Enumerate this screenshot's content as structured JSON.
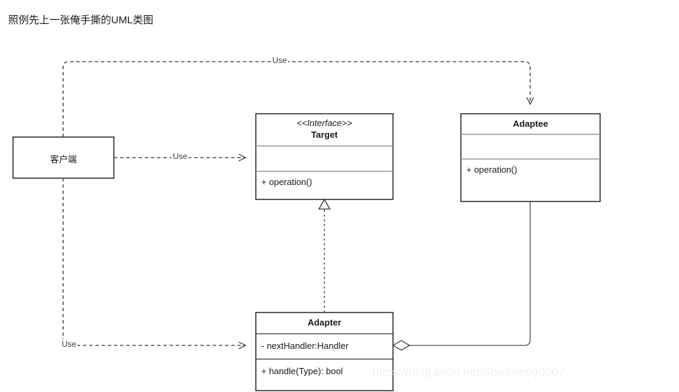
{
  "page": {
    "title": "照例先上一张俺手撕的UML类图",
    "watermark": "https://blog.csdn.net/ShuSheng0007",
    "background_color": "#ffffff",
    "line_color": "#333333",
    "text_color": "#1a1a1a"
  },
  "diagram": {
    "type": "uml-class-diagram",
    "classes": [
      {
        "id": "client",
        "name": "客户端",
        "stereotype": "",
        "attributes": [],
        "methods": [],
        "compartments": 1
      },
      {
        "id": "target",
        "name": "Target",
        "stereotype": "<<Interface>>",
        "attributes": [],
        "methods": [
          "+ operation()"
        ],
        "compartments": 3
      },
      {
        "id": "adaptee",
        "name": "Adaptee",
        "stereotype": "",
        "attributes": [],
        "methods": [
          "+ operation()"
        ],
        "compartments": 3
      },
      {
        "id": "adapter",
        "name": "Adapter",
        "stereotype": "",
        "attributes": [
          "- nextHandler:Handler"
        ],
        "methods": [
          "+ handle(Type): bool"
        ],
        "compartments": 3
      }
    ],
    "relationships": [
      {
        "id": "client-uses-target",
        "from": "client",
        "to": "target",
        "kind": "dependency",
        "label": "Use",
        "style": "dashed-open-arrow"
      },
      {
        "id": "client-uses-adaptee",
        "from": "client",
        "to": "adaptee",
        "kind": "dependency",
        "label": "Use",
        "style": "dashed-open-arrow"
      },
      {
        "id": "client-uses-adapter",
        "from": "client",
        "to": "adapter",
        "kind": "dependency",
        "label": "Use",
        "style": "dashed-open-arrow"
      },
      {
        "id": "adapter-implements-target",
        "from": "adapter",
        "to": "target",
        "kind": "realization",
        "label": "",
        "style": "dotted-hollow-triangle"
      },
      {
        "id": "adapter-aggregates-adaptee",
        "from": "adapter",
        "to": "adaptee",
        "kind": "aggregation",
        "label": "",
        "style": "solid-hollow-diamond"
      }
    ]
  }
}
